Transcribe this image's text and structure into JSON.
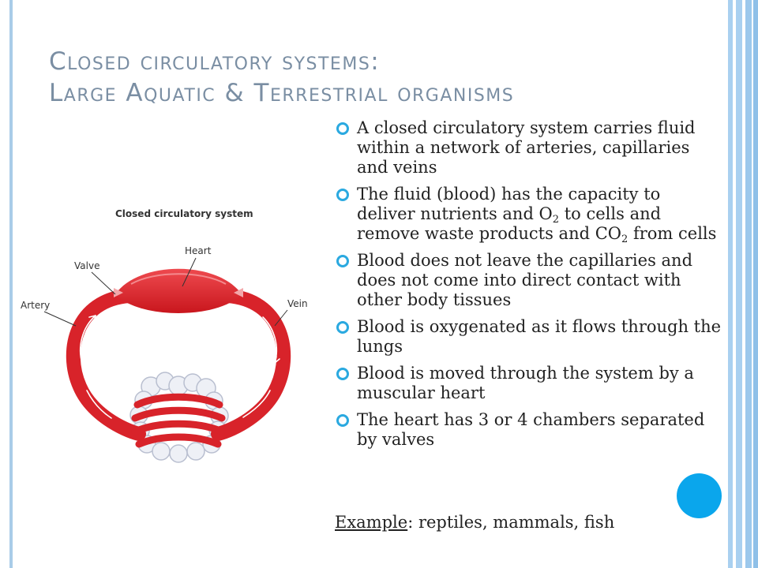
{
  "title": {
    "line1": "Closed circulatory systems:",
    "line2": "Large Aquatic & Terrestrial organisms"
  },
  "diagram": {
    "title": "Closed circulatory system",
    "labels": {
      "heart": "Heart",
      "valve": "Valve",
      "artery": "Artery",
      "vein": "Vein"
    }
  },
  "bullets": [
    {
      "parts": [
        {
          "text": "A closed circulatory system carries fluid within a network of arteries, capillaries and veins"
        }
      ]
    },
    {
      "parts": [
        {
          "text": "The fluid (blood) has the capacity to deliver nutrients and O"
        },
        {
          "sub": "2"
        },
        {
          "text": " to cells and remove waste products and CO"
        },
        {
          "sub": "2"
        },
        {
          "text": " from cells"
        }
      ]
    },
    {
      "parts": [
        {
          "text": "Blood does not leave the capillaries and does not come into direct contact with other body tissues"
        }
      ]
    },
    {
      "parts": [
        {
          "text": "Blood is oxygenated as it flows through the lungs"
        }
      ]
    },
    {
      "parts": [
        {
          "text": "Blood is moved through the system by a muscular heart"
        }
      ]
    },
    {
      "parts": [
        {
          "text": "The heart has 3 or 4 chambers separated by valves"
        }
      ]
    }
  ],
  "example": {
    "label": "Example",
    "text": ": reptiles, mammals, fish"
  },
  "colors": {
    "title": "#7a8ea3",
    "bullet": "#2aa9e0",
    "vessel": "#d8232a",
    "accent_dot": "#0aa6ec",
    "border": "#a9d0f0"
  }
}
